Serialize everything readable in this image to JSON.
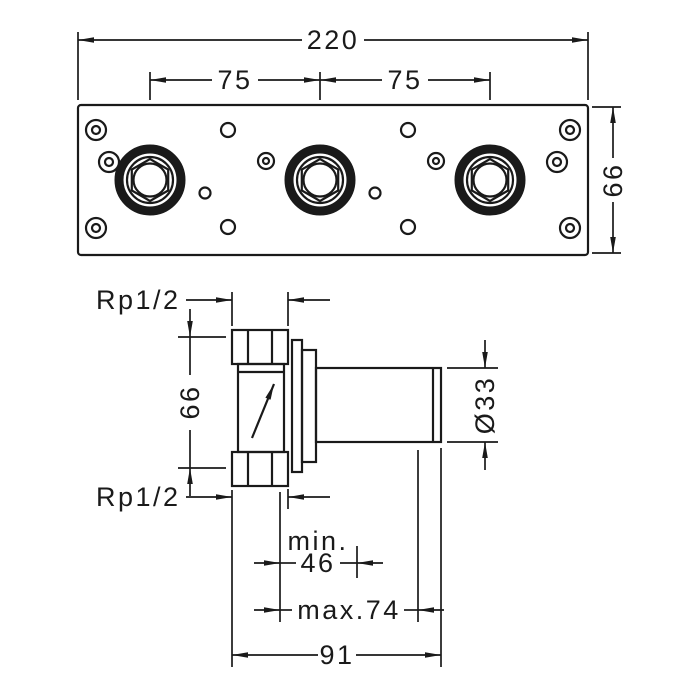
{
  "drawing": {
    "background_color": "#ffffff",
    "ink_color": "#1a1a1a",
    "views": [
      "front-view-mounting-plate",
      "side-view-valve-body"
    ]
  },
  "front_view": {
    "dim_overall_width": "220",
    "dim_spacing_left": "75",
    "dim_spacing_right": "75",
    "dim_height": "66"
  },
  "side_view": {
    "dim_thread_top": "Rp1/2",
    "dim_body_height": "66",
    "dim_thread_bottom": "Rp1/2",
    "dim_sleeve_diameter": "Ø33",
    "dim_min_depth_label": "min.",
    "dim_min_depth_value": "46",
    "dim_max_depth": "max.74",
    "dim_total_length": "91"
  }
}
